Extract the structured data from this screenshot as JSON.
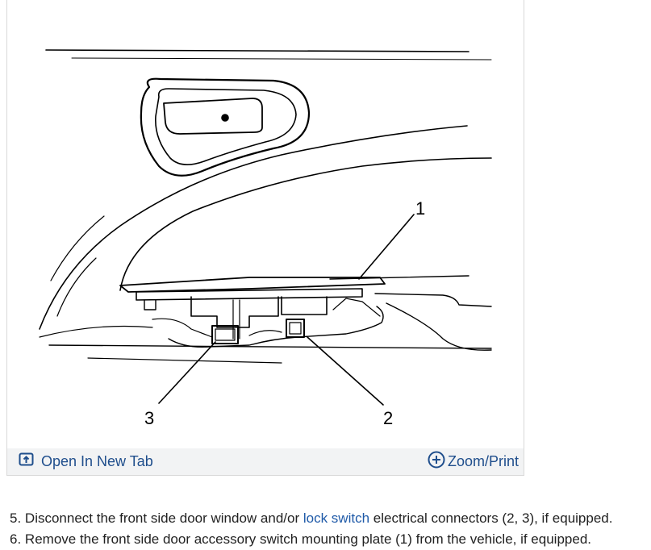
{
  "figure": {
    "callouts": [
      "1",
      "2",
      "3"
    ],
    "open_tab_label": "Open In New Tab",
    "zoom_label": "Zoom/Print",
    "open_tab_icon": "open-in-new-tab-icon",
    "zoom_icon": "zoom-plus-icon"
  },
  "steps": [
    {
      "number": "5.",
      "before": "Disconnect the front side door window and/or ",
      "link": "lock switch",
      "after": " electrical connectors (2, 3), if equipped."
    },
    {
      "number": "6.",
      "text": "Remove the front side door accessory switch mounting plate (1) from the vehicle, if equipped."
    }
  ],
  "colors": {
    "link": "#1f5aa8",
    "toolbar_bg": "#f2f3f4",
    "toolbar_text": "#1f4e8c"
  }
}
